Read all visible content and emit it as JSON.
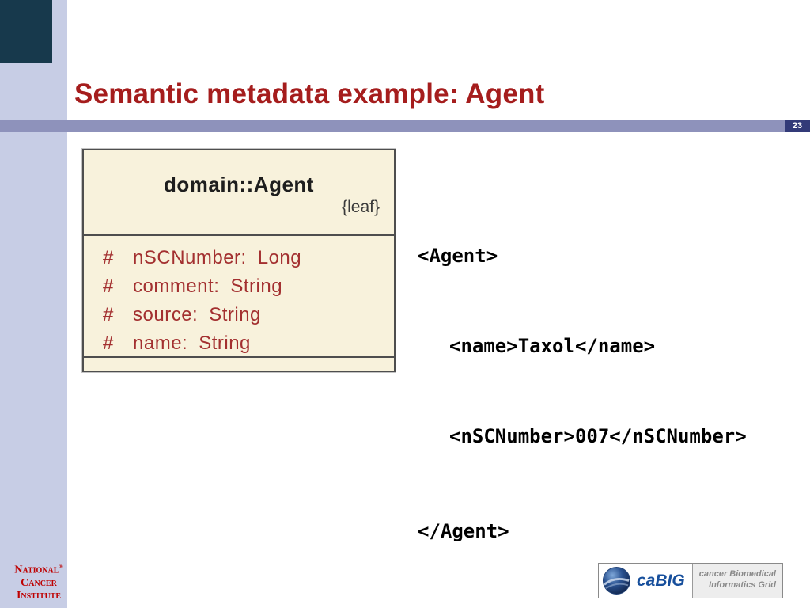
{
  "slide": {
    "title": "Semantic metadata example: Agent",
    "page_number": "23"
  },
  "uml_diagram": {
    "class_name": "domain::Agent",
    "stereotype": "{leaf}",
    "attributes": [
      {
        "marker": "#",
        "name": "nSCNumber:",
        "type": "Long"
      },
      {
        "marker": "#",
        "name": "comment:",
        "type": "String"
      },
      {
        "marker": "#",
        "name": "source:",
        "type": "String"
      },
      {
        "marker": "#",
        "name": "name:",
        "type": "String"
      }
    ]
  },
  "xml_example": {
    "lines": [
      "<Agent>",
      "<name>Taxol</name>",
      "<nSCNumber>007</nSCNumber>",
      "</Agent>"
    ]
  },
  "footer": {
    "nci_logo": {
      "line1": "National",
      "registered": "®",
      "line2": "Cancer",
      "line3": "Institute"
    },
    "cabig_logo": {
      "name": "caBIG",
      "tagline1": "cancer Biomedical",
      "tagline2": "Informatics Grid"
    }
  },
  "colors": {
    "title-red": "#A51D1D",
    "bar-purple": "#8E92BB",
    "page-badge": "#323A78",
    "sidebar-blue": "#C7CDE5",
    "corner-dark": "#17394C",
    "uml-bg": "#F8F2DC",
    "uml-border": "#4E4E4E",
    "uml-attr-red": "#A33030",
    "uml-name-dark": "#1E1E1E",
    "code-black": "#000000",
    "cabig-blue": "#174F9C",
    "cabig-gray": "#8A8A8A",
    "nci-red": "#BE0000"
  }
}
